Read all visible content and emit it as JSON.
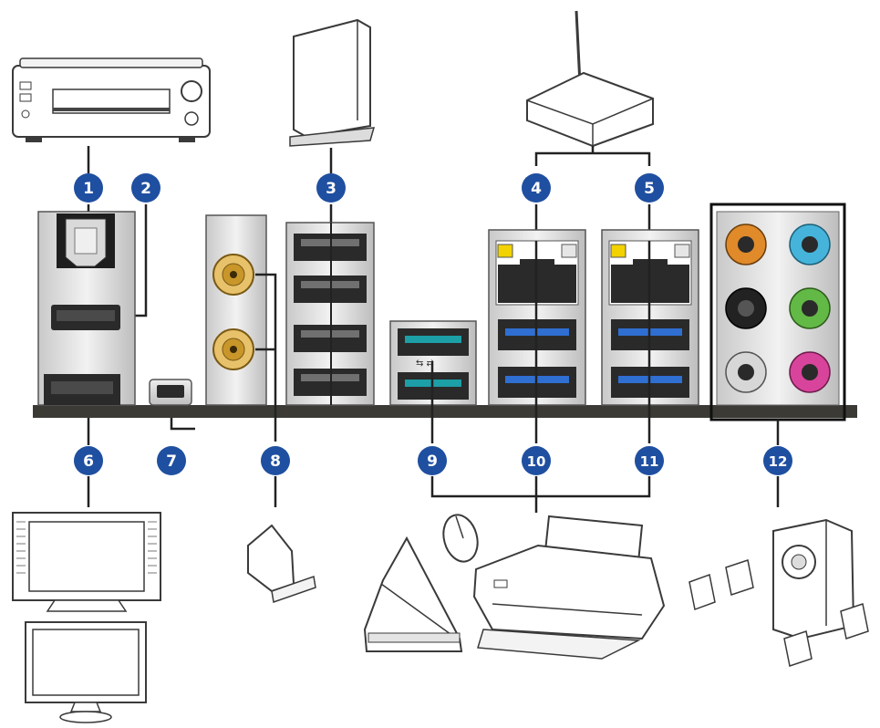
{
  "labels": {
    "l1": "1",
    "l2": "2",
    "l3": "3",
    "l4": "4",
    "l5": "5",
    "l6": "6",
    "l7": "7",
    "l8": "8",
    "l9": "9",
    "l10": "10",
    "l11": "11",
    "l12": "12"
  },
  "colors": {
    "badge": "#1f4fa0",
    "audio_orange": "#e08a2a",
    "audio_blue": "#46b4da",
    "audio_black": "#222222",
    "audio_green": "#63b946",
    "audio_gray": "#cfcfcf",
    "audio_pink": "#d8449b",
    "usb3_teal": "#1c9fa6",
    "usb31_blue": "#2f6fd1",
    "led_yellow": "#f2d200",
    "antenna_gold": "#c9962a"
  }
}
